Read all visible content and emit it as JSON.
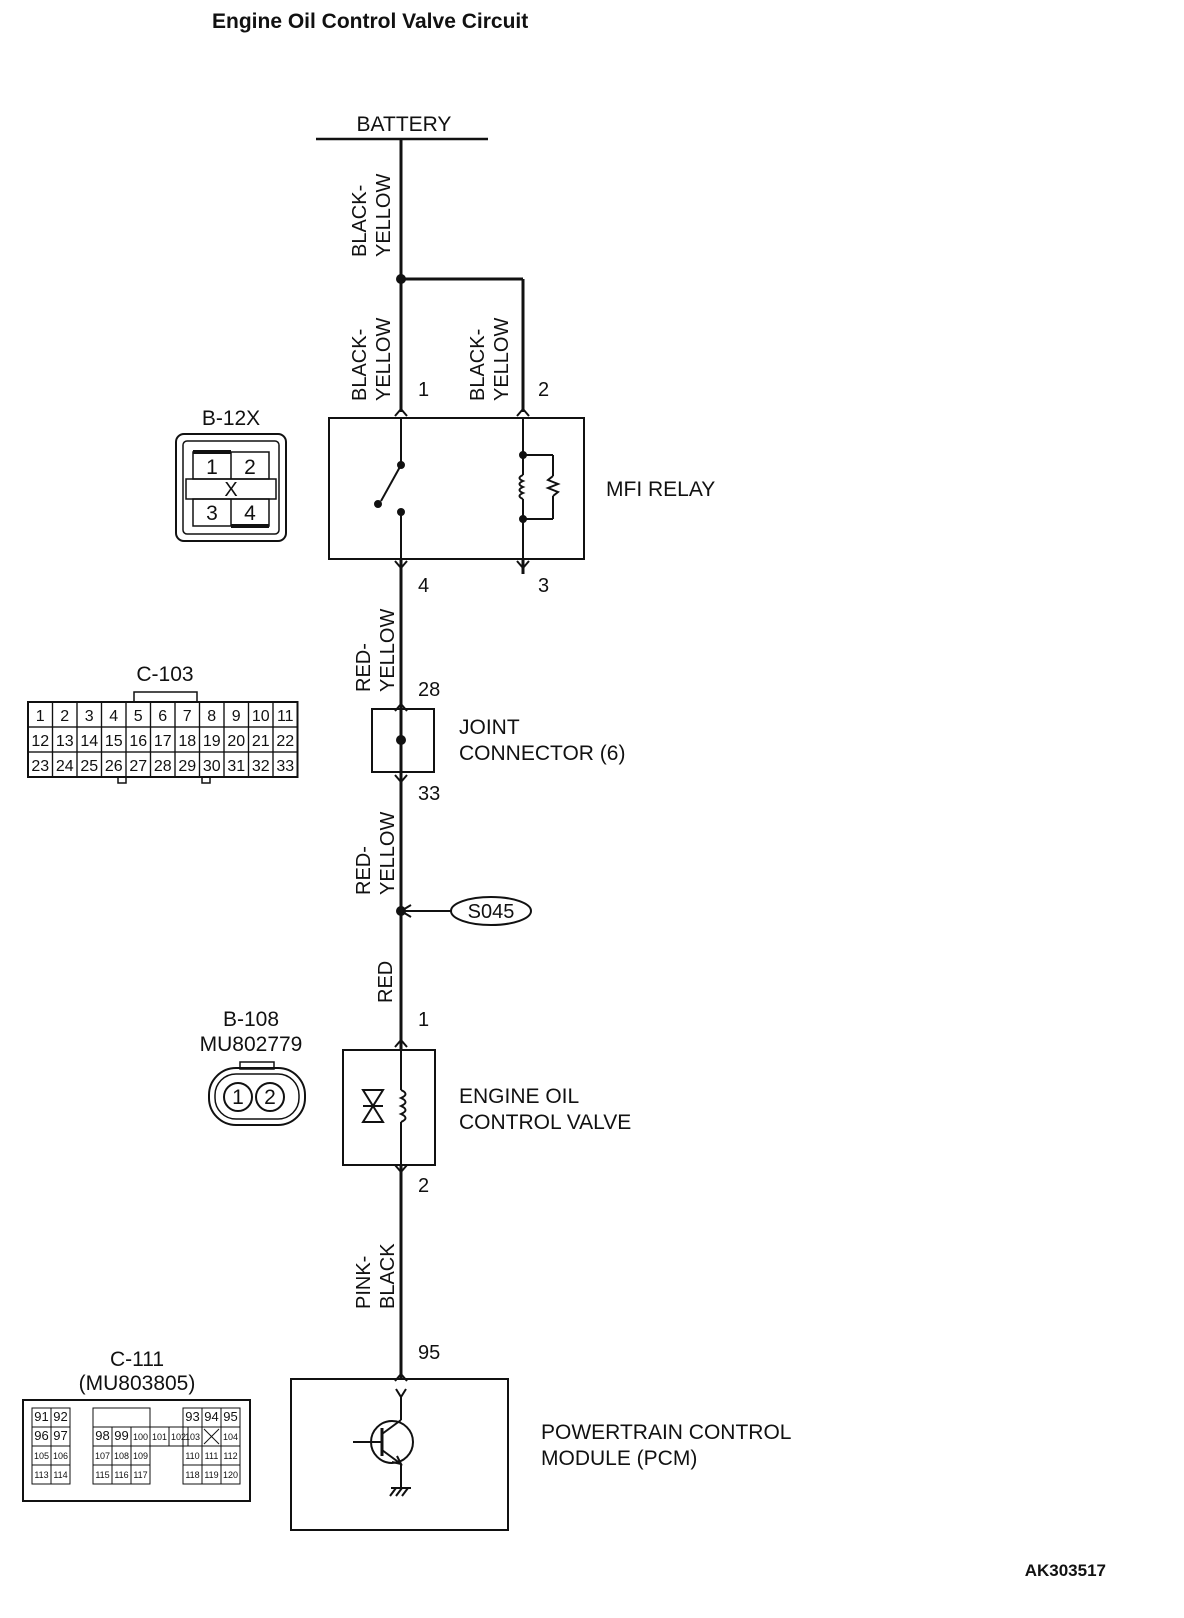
{
  "title": "Engine Oil Control Valve Circuit",
  "figure_code": "AK303517",
  "battery": {
    "label": "BATTERY"
  },
  "wires": {
    "battery_feed": [
      "BLACK-",
      "YELLOW"
    ],
    "relay_pin1": [
      "BLACK-",
      "YELLOW"
    ],
    "relay_pin2": [
      "BLACK-",
      "YELLOW"
    ],
    "relay_out": [
      "RED-",
      "YELLOW"
    ],
    "joint_out": [
      "RED-",
      "YELLOW"
    ],
    "valve_feed": [
      "RED"
    ],
    "valve_out": [
      "PINK-",
      "BLACK"
    ]
  },
  "mfi_relay": {
    "label": "MFI RELAY",
    "pins": [
      "1",
      "2",
      "4",
      "3"
    ]
  },
  "joint_connector": {
    "label": [
      "JOINT",
      "CONNECTOR (6)"
    ],
    "pins": [
      "28",
      "33"
    ]
  },
  "splice": {
    "label": "S045"
  },
  "oil_control_valve": {
    "label": [
      "ENGINE OIL",
      "CONTROL VALVE"
    ],
    "pins": [
      "1",
      "2"
    ]
  },
  "pcm": {
    "label": [
      "POWERTRAIN CONTROL",
      "MODULE (PCM)"
    ],
    "pin": "95"
  },
  "connectors": {
    "b12x": {
      "name": "B-12X",
      "pins": [
        "1",
        "2",
        "3",
        "4"
      ],
      "mark": "X"
    },
    "c103": {
      "name": "C-103",
      "rows": [
        [
          "1",
          "2",
          "3",
          "4",
          "5",
          "6",
          "7",
          "8",
          "9",
          "10",
          "11"
        ],
        [
          "12",
          "13",
          "14",
          "15",
          "16",
          "17",
          "18",
          "19",
          "20",
          "21",
          "22"
        ],
        [
          "23",
          "24",
          "25",
          "26",
          "27",
          "28",
          "29",
          "30",
          "31",
          "32",
          "33"
        ]
      ]
    },
    "b108": {
      "name": "B-108",
      "part": "MU802779",
      "pins": [
        "1",
        "2"
      ]
    },
    "c111": {
      "name": "C-111",
      "part": "(MU803805)",
      "left_block": [
        [
          "91",
          "92"
        ],
        [
          "96",
          "97"
        ],
        [
          "105",
          "106"
        ],
        [
          "113",
          "114"
        ]
      ],
      "mid_block": [
        [
          "98",
          "99",
          "100",
          "101",
          "102"
        ],
        [
          "107",
          "108",
          "109"
        ],
        [
          "115",
          "116",
          "117"
        ]
      ],
      "right_block": [
        [
          "93",
          "94",
          "95"
        ],
        [
          "103",
          "X",
          "104"
        ],
        [
          "110",
          "111",
          "112"
        ],
        [
          "118",
          "119",
          "120"
        ]
      ]
    }
  }
}
